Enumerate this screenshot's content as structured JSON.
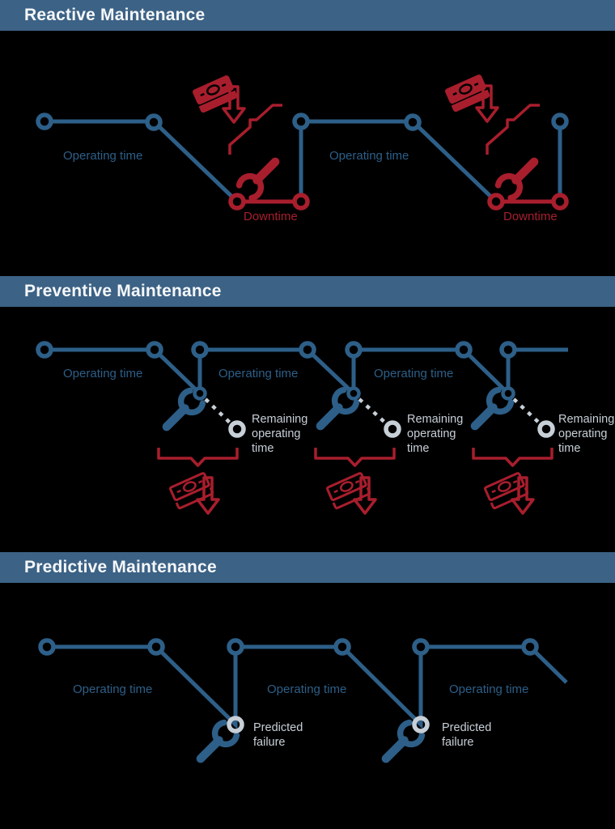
{
  "colors": {
    "background": "#000000",
    "header_bg": "#3c6285",
    "header_text": "#f5f7f9",
    "blue": "#2d5f88",
    "red": "#a81e2d",
    "light": "#c7cfd7"
  },
  "sections": [
    {
      "title": "Reactive Maintenance"
    },
    {
      "title": "Preventive Maintenance"
    },
    {
      "title": "Predictive Maintenance"
    }
  ],
  "labels": {
    "operating_time": "Operating time",
    "downtime": "Downtime",
    "remaining_operating_time": [
      "Remaining",
      "operating",
      "time"
    ],
    "predicted_failure": [
      "Predicted",
      "failure"
    ]
  },
  "icons": {
    "wrench": "wrench-icon",
    "money": "banknotes-icon",
    "down_arrow": "down-arrow-icon",
    "failure_flash": "failure-flash-icon",
    "cost_brace": "cost-brace-shape"
  }
}
